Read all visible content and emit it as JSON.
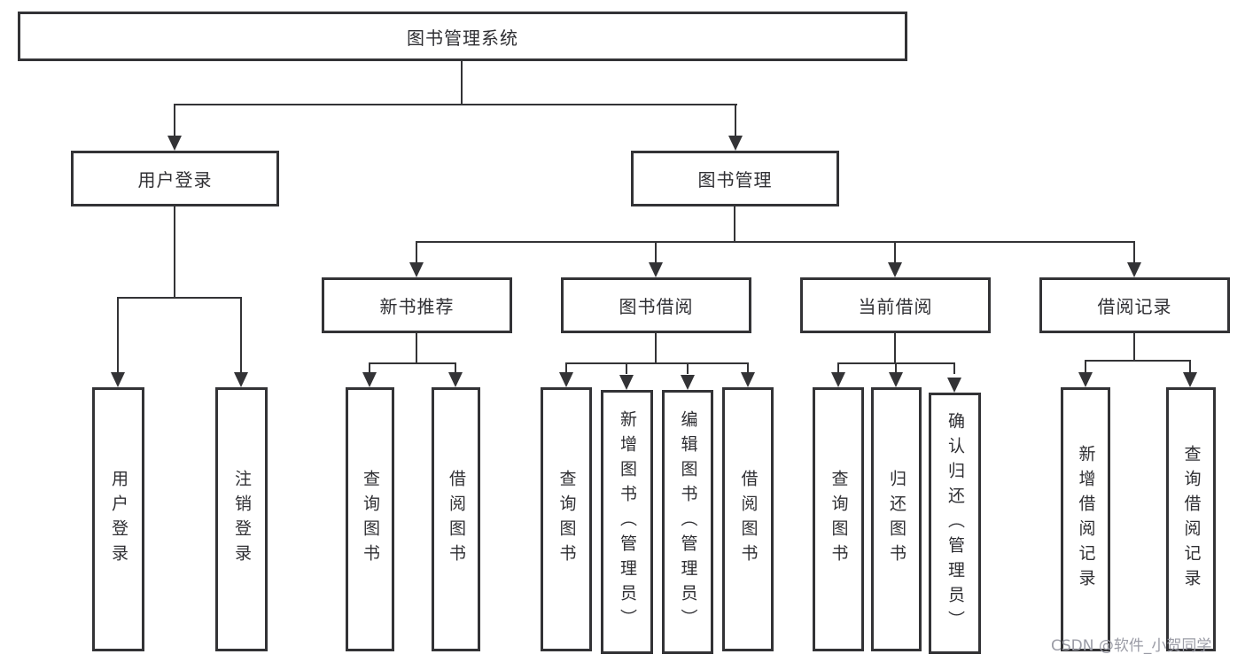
{
  "root": {
    "label": "图书管理系统"
  },
  "level2": [
    {
      "label": "用户登录"
    },
    {
      "label": "图书管理"
    }
  ],
  "level3": [
    {
      "label": "新书推荐"
    },
    {
      "label": "图书借阅"
    },
    {
      "label": "当前借阅"
    },
    {
      "label": "借阅记录"
    }
  ],
  "leaves": {
    "login": [
      "用户登录",
      "注销登录"
    ],
    "recommend": [
      "查询图书",
      "借阅图书"
    ],
    "borrow": [
      "查询图书",
      "新增图书（管理员）",
      "编辑图书（管理员）",
      "借阅图书"
    ],
    "current": [
      "查询图书",
      "归还图书",
      "确认归还（管理员）"
    ],
    "records": [
      "新增借阅记录",
      "查询借阅记录"
    ]
  },
  "colors": {
    "stroke": "#333336",
    "text": "#2f2f33",
    "watermark": "#9b9ca6"
  },
  "watermark": "CSDN @软件_小贺同学"
}
